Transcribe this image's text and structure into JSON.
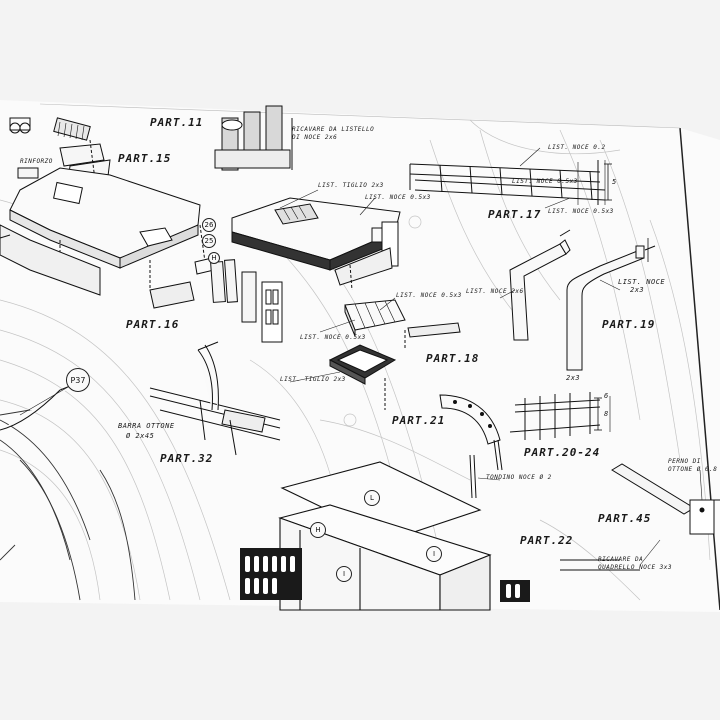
{
  "parts": {
    "p11": "PART.11",
    "p15": "PART.15",
    "p16": "PART.16",
    "p17": "PART.17",
    "p18": "PART.18",
    "p19": "PART.19",
    "p21": "PART.21",
    "p20_24": "PART.20-24",
    "p22": "PART.22",
    "p32": "PART.32",
    "p45": "PART.45"
  },
  "notes": {
    "ricavare_listello": "RICAVARE DA LISTELLO DI NOCE 2x6",
    "list_tiglio_top": "LIST. TIGLIO 2x3",
    "list_noce_05x3_a": "LIST. NOCE 0.5x3",
    "list_noce_02": "LIST. NOCE 0.2",
    "list_noce_05x3_b": "LIST. NOCE 0.5x3",
    "list_noce_05x3_c": "LIST. NOCE 0.5x3",
    "list_noce_05x3_d": "LIST. NOCE 0.5x3",
    "list_noce_2x6": "LIST. NOCE 2x6",
    "list_noce_r": "LIST. NOCE",
    "list_noce_2x3": "2x3",
    "list_tiglio_bot": "LIST. TIGLIO 2x3",
    "barra_ottone": "BARRA OTTONE",
    "barra_dim": "Ø 2x45",
    "tondino": "TONDINO NOCE Ø 2",
    "perno": "PERNO DI OTTONE Ø 0.8",
    "ricavare_quadrello": "RICAVARE DA QUADRELLO NOCE 3x3",
    "rinforzo": "RINFORZO",
    "dim_6": "6",
    "dim_8": "8",
    "dim_5": "5",
    "dim_2x3": "2x3"
  },
  "callouts": {
    "p37": "P37",
    "c26": "26",
    "c25": "25",
    "h1": "H",
    "h2": "H",
    "i1": "I",
    "i2": "I",
    "l1": "L"
  }
}
